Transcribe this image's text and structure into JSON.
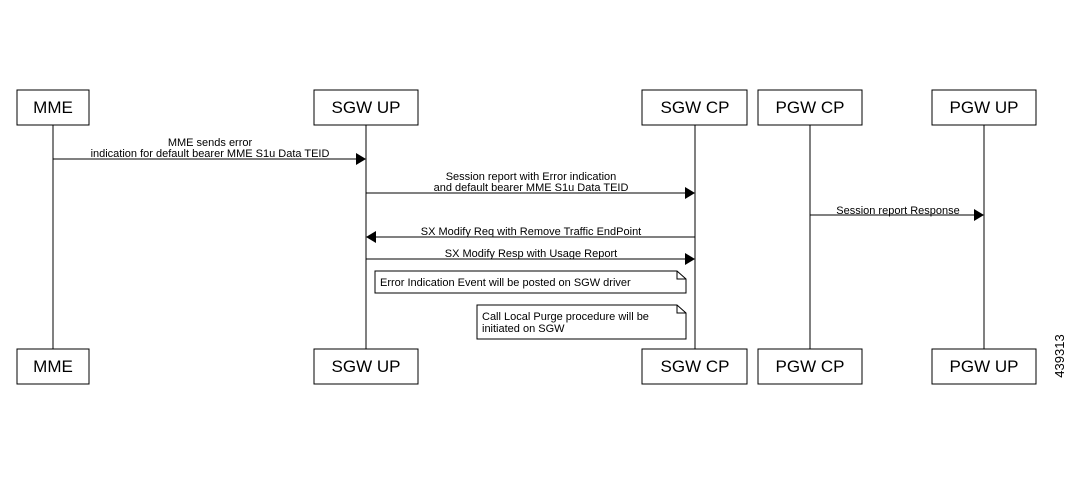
{
  "participants": [
    {
      "id": "mme",
      "label": "MME"
    },
    {
      "id": "sgw-up",
      "label": "SGW UP"
    },
    {
      "id": "sgw-cp",
      "label": "SGW CP"
    },
    {
      "id": "pgw-cp",
      "label": "PGW CP"
    },
    {
      "id": "pgw-up",
      "label": "PGW UP"
    }
  ],
  "messages": [
    {
      "from": "mme",
      "to": "sgw-up",
      "lines": [
        "MME sends error",
        "indication for default bearer MME S1u Data TEID"
      ]
    },
    {
      "from": "sgw-up",
      "to": "sgw-cp",
      "lines": [
        "Session report with Error indication",
        "and default bearer MME S1u Data TEID"
      ]
    },
    {
      "from": "pgw-cp",
      "to": "pgw-up",
      "lines": [
        "Session report Response"
      ]
    },
    {
      "from": "sgw-cp",
      "to": "sgw-up",
      "lines": [
        "SX Modify Req with Remove Traffic EndPoint"
      ]
    },
    {
      "from": "sgw-up",
      "to": "sgw-cp",
      "lines": [
        "SX Modify Resp with Usage Report"
      ]
    }
  ],
  "notes": [
    {
      "lines": [
        "Error Indication Event will be posted on SGW driver"
      ]
    },
    {
      "lines": [
        "Call Local Purge procedure will be",
        "initiated on SGW"
      ]
    }
  ],
  "figure_id": "439313"
}
